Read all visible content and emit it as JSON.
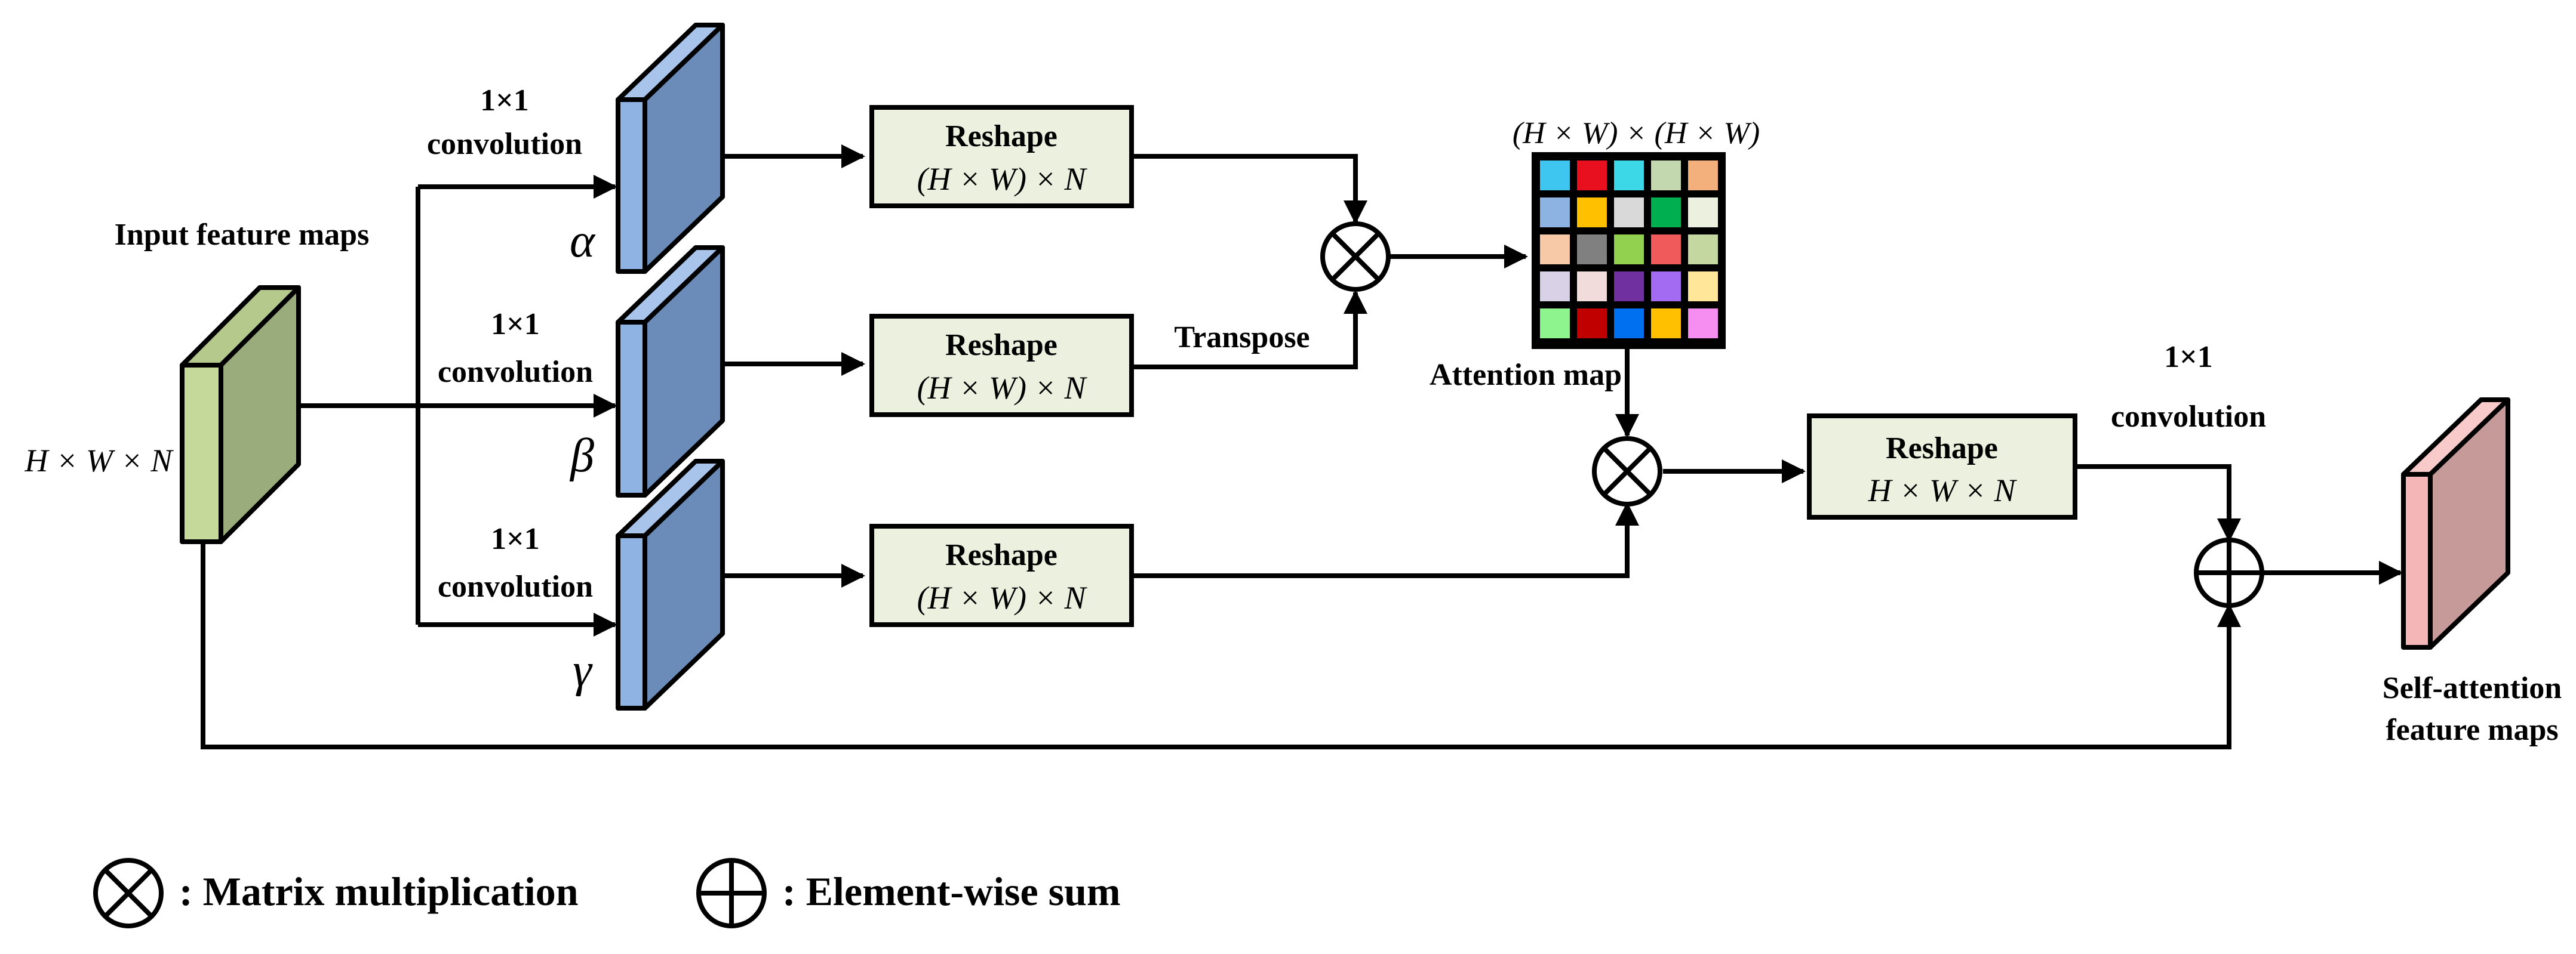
{
  "input": {
    "label": "Input feature maps",
    "dims": "H × W × N",
    "color_front": "#c5d99a",
    "color_side": "#9aab7c"
  },
  "branches": [
    {
      "conv_line1": "1×1",
      "conv_line2": "convolution",
      "symbol": "α",
      "reshape_title": "Reshape",
      "reshape_dims": "(H × W) × N"
    },
    {
      "conv_line1": "1×1",
      "conv_line2": "convolution",
      "symbol": "β",
      "reshape_title": "Reshape",
      "reshape_dims": "(H × W) × N"
    },
    {
      "conv_line1": "1×1",
      "conv_line2": "convolution",
      "symbol": "γ",
      "reshape_title": "Reshape",
      "reshape_dims": "(H × W) × N"
    }
  ],
  "transpose_label": "Transpose",
  "attention": {
    "dims": "(H × W) × (H × W)",
    "label": "Attention map",
    "grid_colors": [
      [
        "#3fc6f0",
        "#e8101e",
        "#3cd8e8",
        "#c4d8b0",
        "#f3b07c"
      ],
      [
        "#8db3e2",
        "#ffc000",
        "#d9d9d9",
        "#00b050",
        "#ebf1de"
      ],
      [
        "#f8c9a6",
        "#808080",
        "#92d050",
        "#f05a5a",
        "#c4d7a0"
      ],
      [
        "#d9d2e6",
        "#f2dcdb",
        "#7030a0",
        "#a36bf2",
        "#ffe699"
      ],
      [
        "#8ef58e",
        "#c00000",
        "#0070f0",
        "#ffc000",
        "#f58ef0"
      ]
    ]
  },
  "final_reshape": {
    "title": "Reshape",
    "dims": "H × W × N"
  },
  "final_conv": {
    "line1": "1×1",
    "line2": "convolution"
  },
  "output": {
    "line1": "Self-attention",
    "line2": "feature maps",
    "color_front": "#f4b6b6",
    "color_side": "#c79a9a"
  },
  "legend": {
    "multiply": ": Matrix multiplication",
    "sum": ": Element-wise sum"
  },
  "colors": {
    "conv_front": "#8fb4e3",
    "conv_side": "#6b8bb8",
    "reshape_fill": "#ebf1de"
  }
}
